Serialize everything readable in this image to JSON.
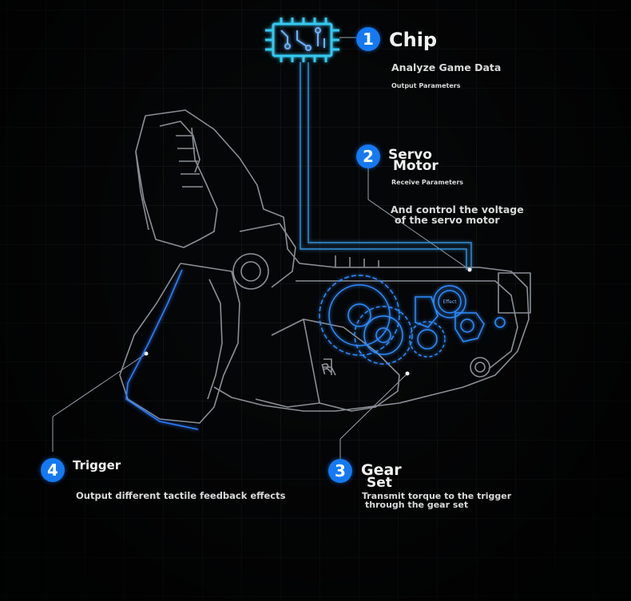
{
  "callouts": {
    "chip": {
      "number": "1",
      "title": "Chip",
      "line1": "Analyze Game Data",
      "line2": "Output Parameters"
    },
    "servo": {
      "number": "2",
      "title_line1": "Servo",
      "title_line2": "Motor",
      "line1": "Receive Parameters",
      "line2a": "And control the voltage",
      "line2b": "of the servo motor"
    },
    "gear": {
      "number": "3",
      "title_line1": "Gear",
      "title_line2": "Set",
      "line1a": "Transmit torque to the trigger",
      "line1b": "through the gear set"
    },
    "trigger": {
      "number": "4",
      "title": "Trigger",
      "line1": "Output different tactile feedback effects"
    }
  },
  "motor_label": "Effect",
  "housing_letter": "R",
  "colors": {
    "badge": "#1479f2",
    "accent_glow": "#2f8cff",
    "line_art": "#8a8f96",
    "background": "#050607"
  },
  "icons": [
    "chip-icon"
  ]
}
